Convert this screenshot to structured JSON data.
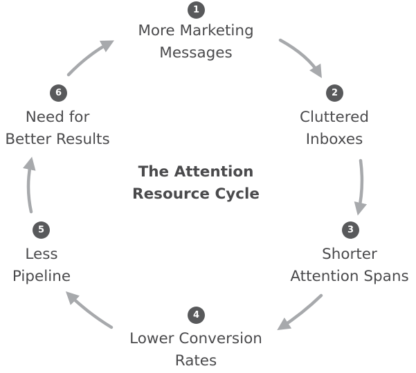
{
  "title": [
    "The Attention",
    "Resource Cycle"
  ],
  "steps": [
    {
      "number": "1",
      "lines": [
        "More Marketing",
        "Messages"
      ]
    },
    {
      "number": "2",
      "lines": [
        "Cluttered",
        "Inboxes"
      ]
    },
    {
      "number": "3",
      "lines": [
        "Shorter",
        "Attention Spans"
      ]
    },
    {
      "number": "4",
      "lines": [
        "Lower Conversion",
        "Rates"
      ]
    },
    {
      "number": "5",
      "lines": [
        "Less",
        "Pipeline"
      ]
    },
    {
      "number": "6",
      "lines": [
        "Need for",
        "Better Results"
      ]
    }
  ],
  "colors": {
    "badge": "#58595b",
    "text": "#4a4a4c",
    "arrow": "#a7a9ac"
  }
}
